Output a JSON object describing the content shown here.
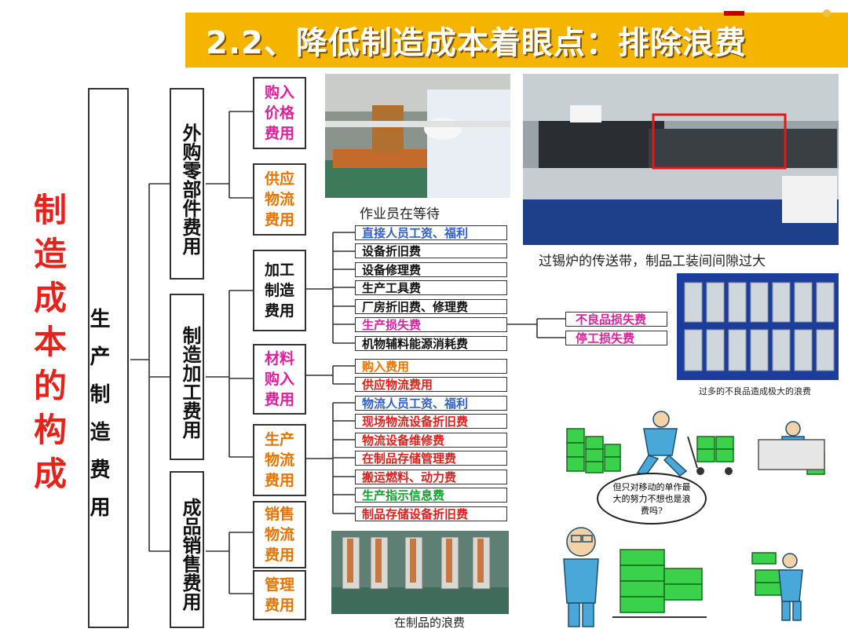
{
  "title": "2.2、降低制造成本着眼点：排除浪费",
  "left_title": "制造成本的构成",
  "root": "生产制造费用",
  "level1": [
    "外购零部件费用",
    "制造加工费用",
    "成品销售费用"
  ],
  "cats": [
    {
      "label": "购入价格费用",
      "color": "pink"
    },
    {
      "label": "供应物流费用",
      "color": "orange"
    },
    {
      "label": "加工制造费用",
      "color": "black"
    },
    {
      "label": "材料购入费用",
      "color": "pink"
    },
    {
      "label": "生产物流费用",
      "color": "orange"
    },
    {
      "label": "销售物流费用",
      "color": "orange"
    },
    {
      "label": "管理费用",
      "color": "orange"
    }
  ],
  "items": [
    {
      "label": "直接人员工资、福利",
      "color": "blue"
    },
    {
      "label": "设备折旧费",
      "color": "black"
    },
    {
      "label": "设备修理费",
      "color": "black"
    },
    {
      "label": "生产工具费",
      "color": "black"
    },
    {
      "label": "厂房折旧费、修理费",
      "color": "black"
    },
    {
      "label": "生产损失费",
      "color": "pink"
    },
    {
      "label": "机物辅料能源消耗费",
      "color": "black"
    },
    {
      "label": "购入费用",
      "color": "orange"
    },
    {
      "label": "供应物流费用",
      "color": "red"
    },
    {
      "label": "物流人员工资、福利",
      "color": "blue"
    },
    {
      "label": "现场物流设备折旧费",
      "color": "red"
    },
    {
      "label": "物流设备维修费",
      "color": "red"
    },
    {
      "label": "在制品存储管理费",
      "color": "red"
    },
    {
      "label": "搬运燃料、动力费",
      "color": "red"
    },
    {
      "label": "生产指示信息费",
      "color": "green"
    },
    {
      "label": "制品存储设备折旧费",
      "color": "red"
    }
  ],
  "losses": [
    "不良品损失费",
    "停工损失费"
  ],
  "captions": {
    "waiting": "作业员在等待",
    "conveyor": "过锡炉的传送带，制品工装间间隙过大",
    "defects": "过多的不良品造成极大的浪费",
    "wip": "在制品的浪费"
  },
  "bubble_text": "但只对移动的单作最大的努力不想也是浪费吗?"
}
